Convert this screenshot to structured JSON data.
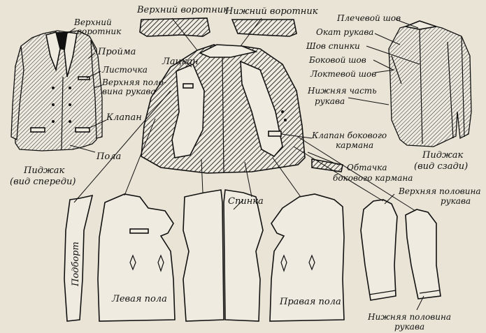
{
  "labels": {
    "upper_collar_top": "Верхний воротник",
    "lower_collar_top": "Нижний воротник",
    "upper_collar_l1": "Верхний",
    "upper_collar_l2": "воротник",
    "armhole": "Пройма",
    "lapel": "Лацкан",
    "welt_pocket": "Листочка",
    "upper_sleeve_l1": "Верхняя поло-",
    "upper_sleeve_l2": "вина рукава",
    "flap": "Клапан",
    "front_edge": "Пола",
    "front_view_l1": "Пиджак",
    "front_view_l2": "(вид спереди)",
    "shoulder_seam": "Плечевой шов",
    "sleeve_head": "Окат рукава",
    "back_seam": "Шов спинки",
    "side_seam": "Боковой шов",
    "elbow_seam": "Локтевой шов",
    "lower_part_l1": "Нижняя часть",
    "lower_part_l2": "рукава",
    "side_flap_l1": "Клапан бокового",
    "side_flap_l2": "кармана",
    "facing_l1": "Обтачка",
    "facing_l2": "бокового кармана",
    "back_view_l1": "Пиджак",
    "back_view_l2": "(вид сзади)",
    "facing_piece": "Подборт",
    "left_front": "Левая пола",
    "back_piece": "Спинка",
    "right_front": "Правая пола",
    "upper_sleeve_half_l1": "Верхняя половина",
    "upper_sleeve_half_l2": "рукава",
    "lower_sleeve_half_l1": "Нижняя половина",
    "lower_sleeve_half_l2": "рукава"
  },
  "colors": {
    "ink": "#111111",
    "paper": "#e9e4d6"
  }
}
